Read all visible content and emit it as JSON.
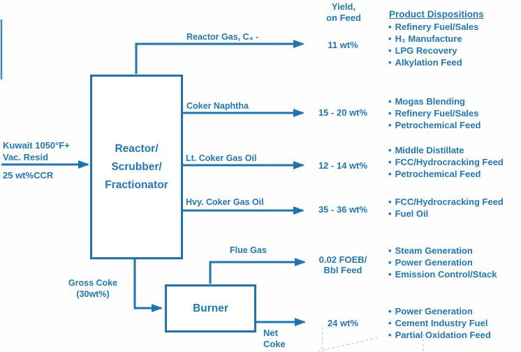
{
  "colors": {
    "accent": "#1c74b5",
    "text": "#1e78bd",
    "watermark": "#cdcdc7",
    "background": "#fefefe"
  },
  "feed": {
    "label": "Kuwait 1050°F+\nVac. Resid",
    "ccr": "25 wt%CCR"
  },
  "reactor_box": {
    "label": "Reactor/\nScrubber/\nFractionator"
  },
  "burner_box": {
    "label": "Burner"
  },
  "gross_coke": {
    "label": "Gross Coke\n(30wt%)"
  },
  "net_coke": {
    "label": "Net\nCoke"
  },
  "headers": {
    "yield": "Yield,\non Feed",
    "dispositions": "Product Dispositions"
  },
  "streams": [
    {
      "label": "Reactor Gas, C₄ -",
      "yield": "11 wt%",
      "dispositions": [
        "Refinery Fuel/Sales",
        "H₂ Manufacture",
        "LPG Recovery",
        "Alkylation Feed"
      ]
    },
    {
      "label": "Coker Naphtha",
      "yield": "15 - 20 wt%",
      "dispositions": [
        "Mogas Blending",
        "Refinery Fuel/Sales",
        "Petrochemical Feed"
      ]
    },
    {
      "label": "Lt. Coker Gas Oil",
      "yield": "12 - 14 wt%",
      "dispositions": [
        "Middle Distillate",
        "FCC/Hydrocracking Feed",
        "Petrochemical Feed"
      ]
    },
    {
      "label": "Hvy. Coker Gas Oil",
      "yield": "35 - 36 wt%",
      "dispositions": [
        "FCC/Hydrocracking Feed",
        "Fuel Oil"
      ]
    },
    {
      "label": "Flue Gas",
      "yield": "0.02 FOEB/\nBbl Feed",
      "dispositions": [
        "Steam Generation",
        "Power Generation",
        "Emission Control/Stack"
      ]
    },
    {
      "label": "Net Coke",
      "yield": "24 wt%",
      "dispositions": [
        "Power Generation",
        "Cement Industry Fuel",
        "Partial Oxidation Feed"
      ]
    }
  ]
}
